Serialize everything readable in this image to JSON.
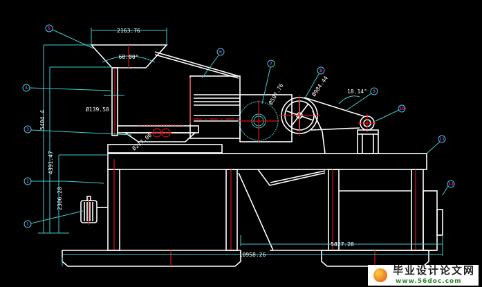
{
  "title": "Crusher machine assembly drawing (front elevation)",
  "dimensions": {
    "hopper_width": "2163.76",
    "hopper_angle": "60.00°",
    "pipe_dia": "Ø139.58",
    "total_height": "5404.4",
    "frame_to_hopper": "4391.47",
    "frame_height": "2306.28",
    "small_dia": "Ø217.06",
    "gear_dia": "Ø507.76",
    "wheel_dia": "Ø984.44",
    "belt_angle": "18.14°",
    "right_span": "5827.28",
    "total_length": "10958.26"
  },
  "balloons": [
    "1",
    "2",
    "3",
    "4",
    "5",
    "6",
    "7",
    "8",
    "9",
    "10",
    "11",
    "12"
  ],
  "watermark": {
    "title": "毕业设计论文网",
    "url": "www.56doc.com"
  },
  "colors": {
    "background": "#000000",
    "outline": "#ffffff",
    "centerline": "#e01010",
    "dimension": "#3fd0d0",
    "balloon_text": "#d020d0"
  }
}
